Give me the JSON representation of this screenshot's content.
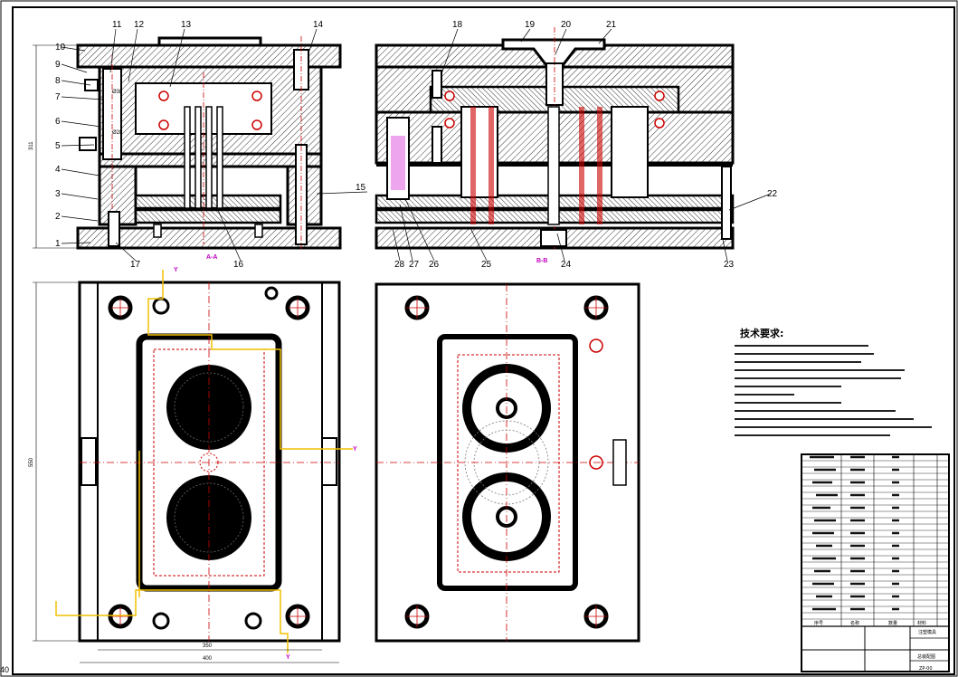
{
  "part_labels": [
    {
      "n": "1"
    },
    {
      "n": "2"
    },
    {
      "n": "3"
    },
    {
      "n": "4"
    },
    {
      "n": "5"
    },
    {
      "n": "6"
    },
    {
      "n": "7"
    },
    {
      "n": "8"
    },
    {
      "n": "9"
    },
    {
      "n": "10"
    },
    {
      "n": "11"
    },
    {
      "n": "12"
    },
    {
      "n": "13"
    },
    {
      "n": "14"
    },
    {
      "n": "15"
    },
    {
      "n": "16"
    },
    {
      "n": "17"
    },
    {
      "n": "18"
    },
    {
      "n": "19"
    },
    {
      "n": "20"
    },
    {
      "n": "21"
    },
    {
      "n": "22"
    },
    {
      "n": "23"
    },
    {
      "n": "24"
    },
    {
      "n": "25"
    },
    {
      "n": "26"
    },
    {
      "n": "27"
    },
    {
      "n": "28"
    }
  ],
  "dimensions": {
    "height_left": "311",
    "width_bottom_inner": "350",
    "width_bottom_outer": "400",
    "height_plan": "550",
    "bore_1": "Ø38",
    "bore_2": "Ø28"
  },
  "section_marks": {
    "left": "A-A",
    "right": "B-B",
    "plan_marker": "Y"
  },
  "technical_requirements": {
    "title": "技术要求:"
  },
  "title_block": {
    "col_headers": [
      "序号",
      "名称",
      "数量",
      "材料"
    ],
    "drawing_title": "注塑模具",
    "drawing_sub": "总装配图",
    "drawing_no": "ZP-00"
  },
  "corner_text": "40"
}
